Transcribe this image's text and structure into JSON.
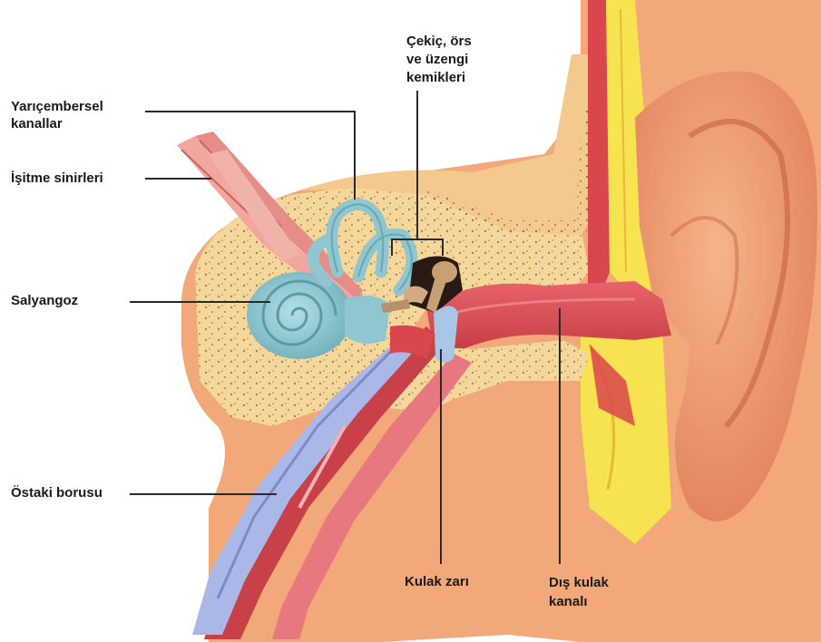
{
  "diagram": {
    "labels": {
      "semicircular_canals": [
        "Yarıçembersel",
        "kanallar"
      ],
      "auditory_nerves": [
        "İşitme sinirleri"
      ],
      "cochlea": [
        "Salyangoz"
      ],
      "eustachian_tube": [
        "Östaki borusu"
      ],
      "ossicles": [
        "Çekiç, örs",
        "ve üzengi",
        "kemikleri"
      ],
      "eardrum": [
        "Kulak zarı"
      ],
      "ear_canal": [
        "Dış kulak",
        "kanalı"
      ]
    },
    "colors": {
      "skin": "#f2a878",
      "bone": "#f6d79a",
      "cochlea": "#8fc6cf",
      "canal": "#dc4a50",
      "tube_blue": "#a9b8e6",
      "cartilage": "#f7e24f",
      "leader_line": "#2a2a2a"
    }
  }
}
